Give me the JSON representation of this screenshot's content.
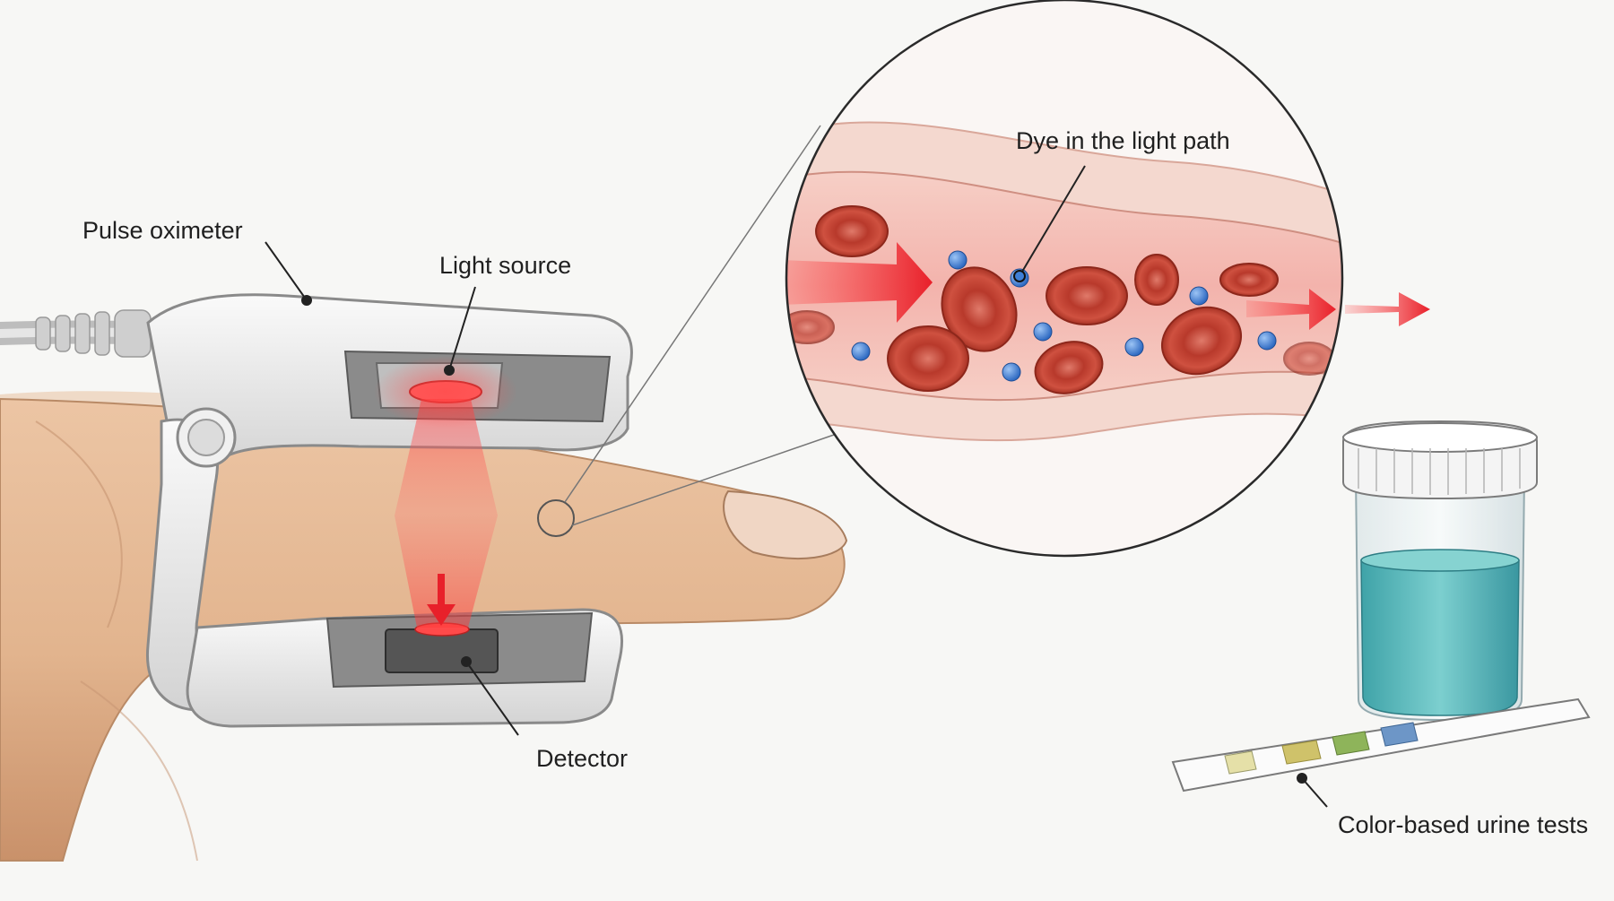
{
  "labels": {
    "pulse_oximeter": "Pulse oximeter",
    "light_source": "Light source",
    "detector": "Detector",
    "dye": "Dye in the light path",
    "urine_tests": "Color-based urine tests"
  },
  "colors": {
    "background": "#f7f7f5",
    "skin": "#e2b48e",
    "skin_shadow": "#c78f66",
    "device": "#e9e9e9",
    "device_dark": "#7a7a7a",
    "light_red": "#ff3b3b",
    "blood": "#f2b7b2",
    "rbc": "#c94636",
    "dye_blue": "#3f7fd6",
    "urine": "#58b7b8",
    "strip_pad_1": "#e5e0a8",
    "strip_pad_2": "#cfc26a",
    "strip_pad_3": "#8eb45a",
    "strip_pad_4": "#6d96c7"
  },
  "icons": {
    "device": "pulse-oximeter-clip",
    "finger": "finger",
    "magnifier": "magnified-blood-vessel",
    "container": "specimen-cup",
    "strip": "test-strip"
  }
}
